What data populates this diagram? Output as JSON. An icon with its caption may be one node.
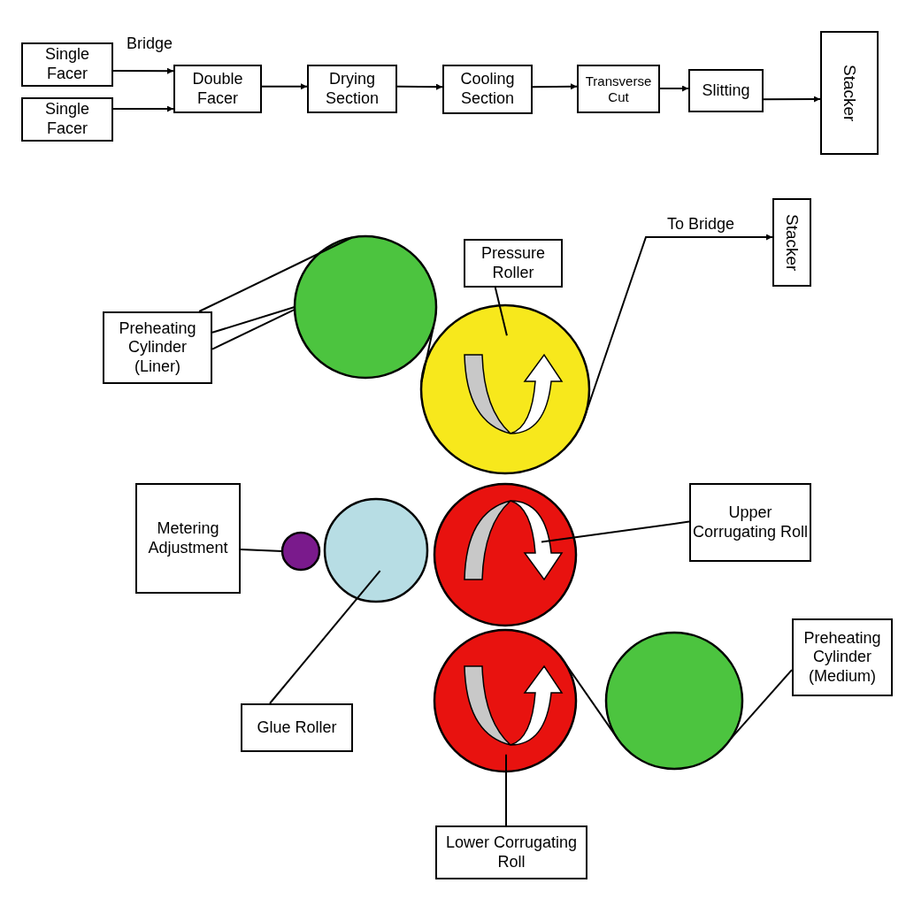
{
  "diagram": {
    "nodes": [
      {
        "text": [
          "Single Facer"
        ]
      },
      {
        "text": [
          "Single Facer"
        ]
      },
      {
        "text": [
          "Double Facer"
        ]
      },
      {
        "text": [
          "Drying Section"
        ]
      },
      {
        "text": [
          "Cooling Section"
        ]
      },
      {
        "text": [
          "Transverse Cut"
        ]
      },
      {
        "text": [
          "Slitting"
        ]
      },
      {
        "text": [
          "Stacker"
        ]
      },
      {
        "text": [
          "Preheating Cylinder (Liner)"
        ]
      },
      {
        "text": [],
        "shape": "circle"
      },
      {
        "text": [
          "Pressure Roller"
        ]
      },
      {
        "text": [],
        "shape": "circle"
      },
      {
        "text": [
          "Stacker"
        ]
      },
      {
        "text": [
          "Metering Adjustment"
        ]
      },
      {
        "text": [],
        "shape": "circle"
      },
      {
        "text": [],
        "shape": "circle"
      },
      {
        "text": [],
        "shape": "circle"
      },
      {
        "text": [
          "Upper Corrugating Roll"
        ]
      },
      {
        "text": [
          "Preheating Cylinder (Medium)"
        ]
      },
      {
        "text": [
          "Glue Roller"
        ]
      },
      {
        "text": [],
        "shape": "circle"
      },
      {
        "text": [],
        "shape": "circle"
      },
      {
        "text": [
          "Lower Corrugating Roll"
        ]
      }
    ],
    "edges": [
      {
        "from": 0,
        "to": 2,
        "arrow": "to"
      },
      {
        "from": 1,
        "to": 2,
        "arrow": "to"
      },
      {
        "from": 2,
        "to": 3,
        "arrow": "to"
      },
      {
        "from": 3,
        "to": 4,
        "arrow": "to"
      },
      {
        "from": 4,
        "to": 5,
        "arrow": "to"
      },
      {
        "from": 5,
        "to": 6,
        "arrow": "to"
      },
      {
        "from": 6,
        "to": 7,
        "arrow": "to"
      },
      {
        "from": 8,
        "to": 9,
        "arrow": "none"
      },
      {
        "from": 8,
        "to": 9,
        "arrow": "none"
      },
      {
        "from": 8,
        "to": 9,
        "arrow": "none"
      },
      {
        "from": 9,
        "to": 11,
        "arrow": "none"
      },
      {
        "from": 10,
        "to": 11,
        "arrow": "none"
      },
      {
        "from": 11,
        "to": 12,
        "arrow": "to",
        "label": "To Bridge"
      },
      {
        "from": 13,
        "to": 14,
        "arrow": "none"
      },
      {
        "from": 19,
        "to": 15,
        "arrow": "none"
      },
      {
        "from": 17,
        "to": 16,
        "arrow": "none"
      },
      {
        "from": 22,
        "to": 20,
        "arrow": "none"
      },
      {
        "from": 18,
        "to": 21,
        "arrow": "none"
      },
      {
        "from": 20,
        "to": 21,
        "arrow": "none"
      }
    ],
    "labels": [
      "Bridge"
    ]
  }
}
